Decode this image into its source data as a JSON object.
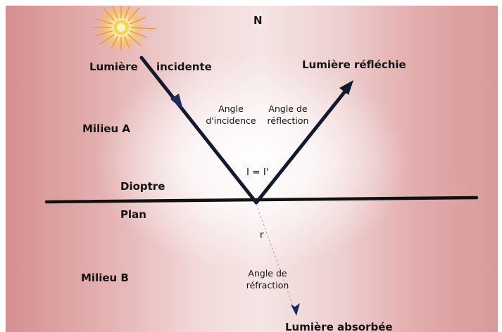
{
  "labels": {
    "normal": "N",
    "incident_light_1": "Lumière",
    "incident_light_2": "incidente",
    "reflected_light": "Lumière réfléchie",
    "angle_incidence_1": "Angle",
    "angle_incidence_2": "d'incidence",
    "angle_reflection_1": "Angle de",
    "angle_reflection_2": "réflection",
    "medium_a": "Milieu A",
    "equality": "I = I'",
    "interface_dioptre": "Dioptre",
    "interface_plan": "Plan",
    "refraction_symbol": "r",
    "medium_b": "Milieu B",
    "angle_refraction_1": "Angle de",
    "angle_refraction_2": "réfraction",
    "absorbed_light": "Lumière absorbée"
  },
  "icons": {
    "light_source": "sun-icon"
  },
  "colors": {
    "ray": "#121a2c",
    "interface_line": "#111111",
    "sun_core": "#f6cf52",
    "sun_rays": "#f3a04a"
  }
}
